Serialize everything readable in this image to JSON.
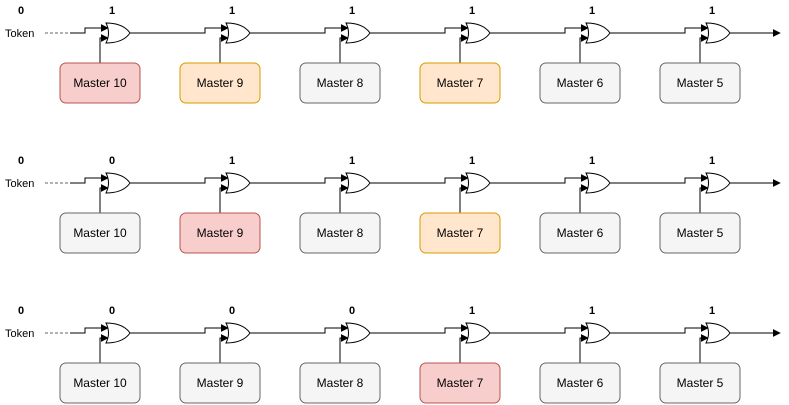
{
  "token_label": "Token",
  "colors": {
    "red": {
      "fill": "#f8cecc",
      "stroke": "#b85450"
    },
    "orange": {
      "fill": "#ffe6cc",
      "stroke": "#d79b00"
    },
    "gray": {
      "fill": "#f5f5f5",
      "stroke": "#666666"
    }
  },
  "rows": [
    {
      "token_in": "0",
      "gate_outputs": [
        "1",
        "1",
        "1",
        "1",
        "1",
        "1"
      ],
      "masters": [
        {
          "label": "Master 10",
          "color": "red"
        },
        {
          "label": "Master 9",
          "color": "orange"
        },
        {
          "label": "Master 8",
          "color": "gray"
        },
        {
          "label": "Master 7",
          "color": "orange"
        },
        {
          "label": "Master 6",
          "color": "gray"
        },
        {
          "label": "Master 5",
          "color": "gray"
        }
      ]
    },
    {
      "token_in": "0",
      "gate_outputs": [
        "0",
        "1",
        "1",
        "1",
        "1",
        "1"
      ],
      "masters": [
        {
          "label": "Master 10",
          "color": "gray"
        },
        {
          "label": "Master 9",
          "color": "red"
        },
        {
          "label": "Master 8",
          "color": "gray"
        },
        {
          "label": "Master 7",
          "color": "orange"
        },
        {
          "label": "Master 6",
          "color": "gray"
        },
        {
          "label": "Master 5",
          "color": "gray"
        }
      ]
    },
    {
      "token_in": "0",
      "gate_outputs": [
        "0",
        "0",
        "0",
        "1",
        "1",
        "1"
      ],
      "masters": [
        {
          "label": "Master 10",
          "color": "gray"
        },
        {
          "label": "Master 9",
          "color": "gray"
        },
        {
          "label": "Master 8",
          "color": "gray"
        },
        {
          "label": "Master 7",
          "color": "red"
        },
        {
          "label": "Master 6",
          "color": "gray"
        },
        {
          "label": "Master 5",
          "color": "gray"
        }
      ]
    }
  ]
}
